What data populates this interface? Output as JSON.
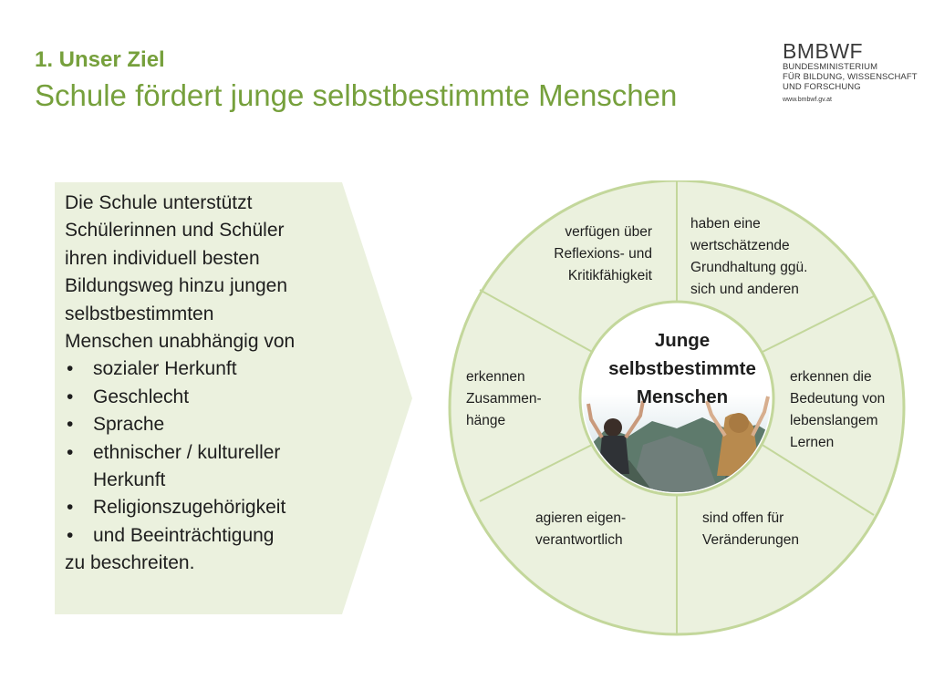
{
  "header": {
    "subtitle": "1. Unser Ziel",
    "title": "Schule fördert junge selbstbestimmte Menschen"
  },
  "logo": {
    "name": "BMBWF",
    "lines": [
      "Bundesministerium",
      "für Bildung, Wissenschaft",
      "und Forschung"
    ],
    "url": "www.bmbwf.gv.at"
  },
  "left_box": {
    "intro": [
      "Die Schule unterstützt",
      "Schülerinnen und Schüler",
      "ihren individuell besten",
      "Bildungsweg hinzu jungen",
      "selbstbestimmten",
      "Menschen unabhängig von"
    ],
    "bullets": [
      "sozialer Herkunft",
      "Geschlecht",
      "Sprache",
      "ethnischer / kultureller Herkunft",
      "Religionszugehörigkeit",
      "und Beeinträchtigung"
    ],
    "outro": "zu beschreiten."
  },
  "wheel": {
    "center_label": [
      "Junge",
      "selbstbestimmte",
      "Menschen"
    ],
    "segments": [
      {
        "lines": [
          "verfügen über",
          "Reflexions- und",
          "Kritikfähigkeit"
        ]
      },
      {
        "lines": [
          "haben eine",
          "wertschätzende",
          "Grundhaltung ggü.",
          "sich und anderen"
        ]
      },
      {
        "lines": [
          "erkennen die",
          "Bedeutung von",
          "lebenslangem",
          "Lernen"
        ]
      },
      {
        "lines": [
          "sind offen für",
          "Veränderungen"
        ]
      },
      {
        "lines": [
          "agieren eigen-",
          "verantwortlich"
        ]
      },
      {
        "lines": [
          "erkennen",
          "Zusammen-",
          "hänge"
        ]
      }
    ]
  },
  "colors": {
    "accent_green": "#76a03c",
    "panel_fill": "#ebf1de",
    "wheel_stroke": "#c3d79b"
  }
}
